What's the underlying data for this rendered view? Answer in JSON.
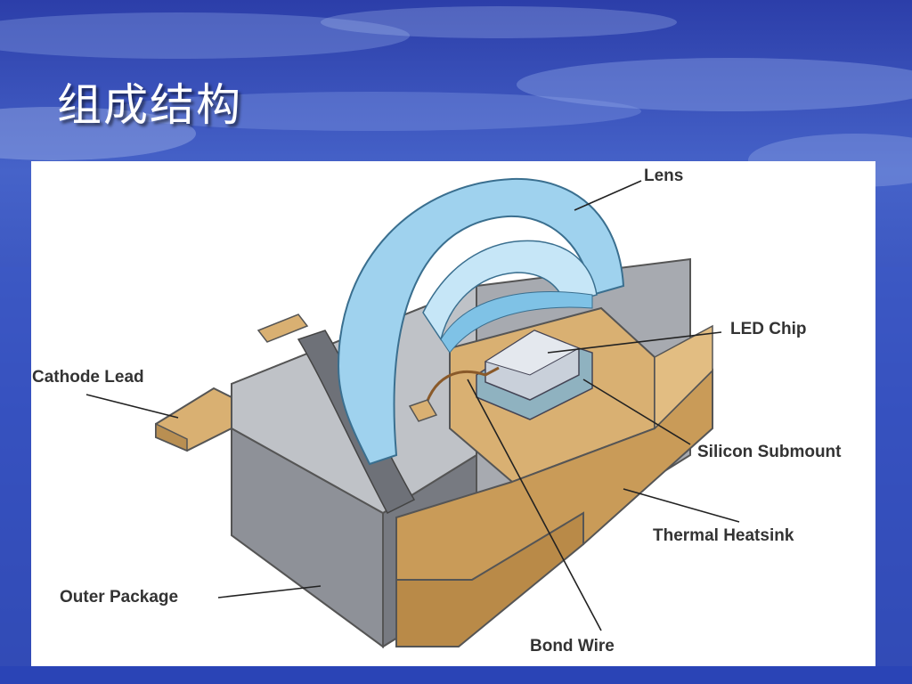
{
  "slide": {
    "title": "组成结构"
  },
  "diagram": {
    "labels": {
      "lens": "Lens",
      "led_chip": "LED Chip",
      "cathode_lead": "Cathode Lead",
      "silicon_submount": "Silicon Submount",
      "thermal_heatsink": "Thermal Heatsink",
      "outer_package": "Outer Package",
      "bond_wire": "Bond Wire"
    }
  },
  "colors": {
    "lens": "#9fd2ee",
    "heatsink": "#d9b072",
    "package": "#8e9198",
    "chip": "#c9d0da",
    "submount": "#8fb2c0"
  }
}
